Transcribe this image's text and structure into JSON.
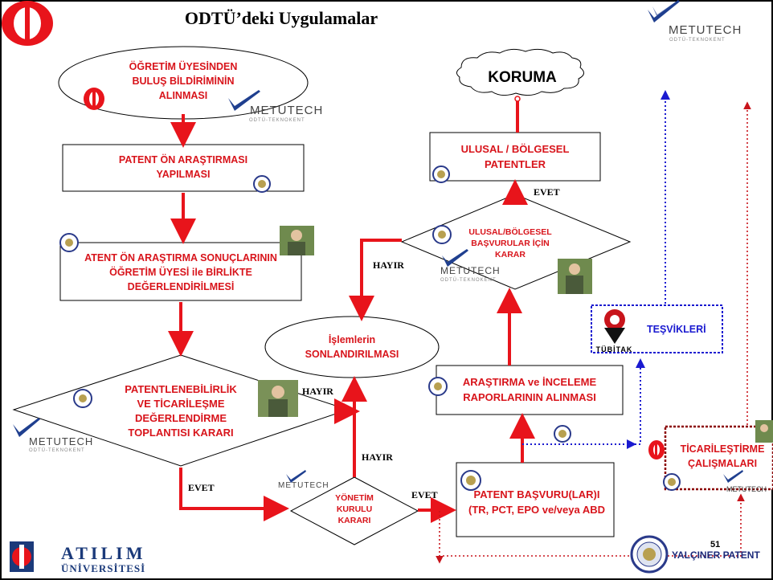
{
  "slide": {
    "title": "ODTÜ’deki Uygulamalar",
    "page_number": "51"
  },
  "nodes": {
    "bildirim": "ÖĞRETİM ÜYESİNDEN\nBULUŞ BİLDİRİMİNİN\nALINMASI",
    "on_arastirma": "PATENT ÖN ARAŞTIRMASI\nYAPILMASI",
    "degerlendirme": "ATENT ÖN ARAŞTIRMA SONUÇLARININ\nÖĞRETİM ÜYESİ ile BİRLİKTE\nDEĞERLENDİRİLMESİ",
    "toplanti": "PATENTLENEBİLİRLİK\nVE TİCARİLEŞME\nDEĞERLENDİRME\nTOPLANTISI KARARI",
    "yonetim": "YÖNETİM\nKURULU\nKARARI",
    "sonlandirma": "İşlemlerin\nSONLANDIRILMASI",
    "basvuru": "PATENT BAŞVURU(LAR)I\n(TR, PCT, EPO ve/veya ABD",
    "raporlar": "ARAŞTIRMA ve İNCELEME\nRAPORLARININ ALINMASI",
    "ulusal_karar": "ULUSAL/BÖLGESEL\nBAŞVURULAR İÇİN\nKARAR",
    "ulusal_patentler": "ULUSAL / BÖLGESEL\nPATENTLER",
    "koruma": "KORUMA",
    "tesvikleri": "TEŞVİKLERİ",
    "ticari": "TİCARİLEŞTİRME\nÇALIŞMALARI"
  },
  "edge_labels": {
    "hayir": "HAYIR",
    "evet": "EVET"
  },
  "logos": {
    "metutech": "METUTECH",
    "metutech_sub": "ODTÜ-TEKNOKENT",
    "tubitak": "TÜBİTAK",
    "atilim_1": "ATILIM",
    "atilim_2": "ÜNİVERSİTESİ",
    "yalciner": "YALÇINER PATENT"
  },
  "colors": {
    "flow_red": "#e8141b",
    "node_text_red": "#d8141b",
    "dotted_blue": "#1a1ad0",
    "dotted_red": "#c8141b",
    "ticari_border": "#8b0000"
  }
}
